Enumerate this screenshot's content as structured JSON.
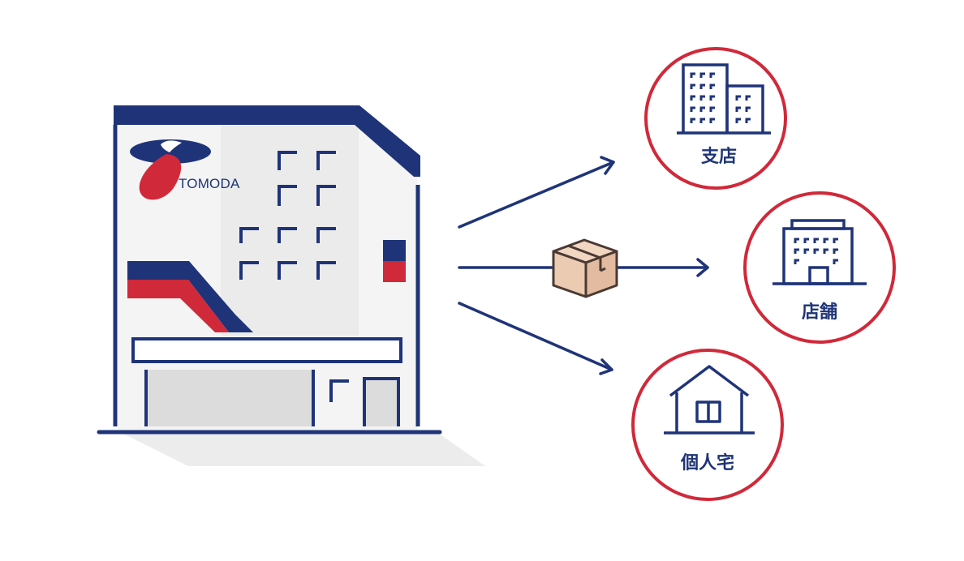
{
  "colors": {
    "navy": "#1f3478",
    "red": "#d0293a",
    "wall": "#f4f4f4",
    "wall_shade": "#ebebeb",
    "shutter": "#dcdcdc",
    "ground_shadow": "#ececec",
    "box_fill": "#eccbb3",
    "box_stroke": "#4a3a33"
  },
  "warehouse": {
    "logo_text": "TOMODA"
  },
  "destinations": [
    {
      "label": "支店",
      "icon": "office-buildings-icon"
    },
    {
      "label": "店舗",
      "icon": "store-building-icon"
    },
    {
      "label": "個人宅",
      "icon": "house-icon"
    }
  ],
  "package_icon": "cardboard-box-icon"
}
